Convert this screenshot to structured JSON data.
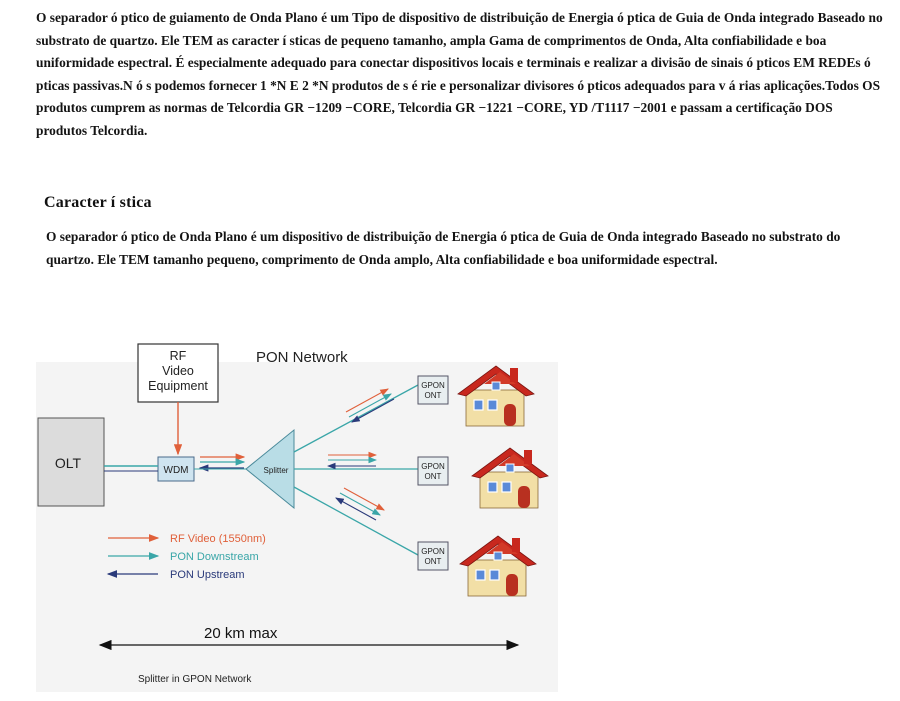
{
  "paragraph1": "O separador  ó ptico de guiamento de Onda Plano  é  um Tipo de dispositivo de distribuição de Energia  ó ptica de Guia de  Onda integrado Baseado no substrato de quartzo. Ele TEM as caracter í sticas de pequeno tamanho, ampla Gama de comprimentos de Onda, Alta confiabilidade e boa uniformidade espectral. É especialmente adequado para conectar dispositivos locais e terminais e realizar a divisão de sinais  ó pticos EM REDEs  ó pticas passivas.N  ó s podemos fornecer 1 *N E 2 *N produtos de s é rie e personalizar divisores  ó pticos adequados para v á rias aplicações.Todos OS produtos cumprem as normas de Telcordia GR −1209 −CORE, Telcordia GR −1221 −CORE, YD /T1117 −2001 e passam a certificação DOS produtos Telcordia.",
  "heading": "Caracter í stica",
  "paragraph2": "O separador  ó ptico de Onda Plano  é  um dispositivo de distribuição de Energia  ó ptica de Guia de Onda integrado Baseado no substrato do quartzo. Ele TEM tamanho pequeno, comprimento de Onda amplo, Alta confiabilidade e boa uniformidade espectral.",
  "diagram": {
    "title": "PON Network",
    "olt": "OLT",
    "wdm": "WDM",
    "splitter": "Splitter",
    "rf_video": [
      "RF",
      "Video",
      "Equipment"
    ],
    "onts": [
      [
        "GPON",
        "ONT"
      ],
      [
        "GPON",
        "ONT"
      ],
      [
        "GPON",
        "ONT"
      ]
    ],
    "legend": [
      {
        "label": "RF Video (1550nm)",
        "color": "#e0603a"
      },
      {
        "label": "PON Downstream",
        "color": "#3aa6a8"
      },
      {
        "label": "PON Upstream",
        "color": "#2a3a7a"
      }
    ],
    "distance": "20 km max",
    "caption": "Splitter in GPON Network"
  }
}
